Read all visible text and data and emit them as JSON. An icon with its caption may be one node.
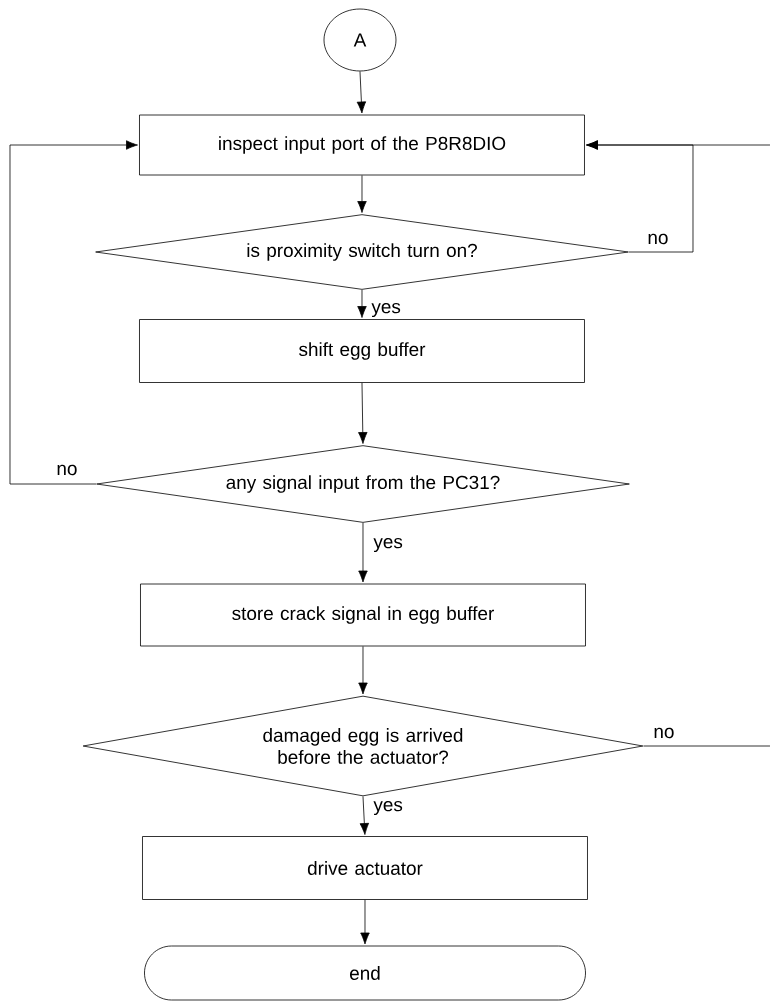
{
  "diagram": {
    "nodes": [
      {
        "text": [
          "A"
        ]
      },
      {
        "text": [
          "inspect input port of the P8R8DIO"
        ]
      },
      {
        "text": [
          "is proximity switch turn on?"
        ]
      },
      {
        "text": [
          "shift egg buffer"
        ]
      },
      {
        "text": [
          "any signal input from the PC31?"
        ]
      },
      {
        "text": [
          "store crack signal in egg buffer"
        ]
      },
      {
        "text": [
          "damaged egg is arrived before the actuator?"
        ]
      },
      {
        "text": [
          "drive actuator"
        ]
      },
      {
        "text": [
          "end"
        ]
      }
    ],
    "edges": [
      {
        "from": 0,
        "to": 1,
        "arrow": "to"
      },
      {
        "from": 1,
        "to": 2,
        "arrow": "to"
      },
      {
        "from": 2,
        "to": 3,
        "arrow": "to",
        "label": "yes"
      },
      {
        "from": 2,
        "to": 1,
        "arrow": "to",
        "label": "no"
      },
      {
        "from": 3,
        "to": 4,
        "arrow": "to"
      },
      {
        "from": 4,
        "to": 1,
        "arrow": "to",
        "label": "no"
      },
      {
        "from": 4,
        "to": 5,
        "arrow": "to",
        "label": "yes"
      },
      {
        "from": 5,
        "to": 6,
        "arrow": "to"
      },
      {
        "from": 6,
        "to": null,
        "arrow": "none",
        "label": "no"
      },
      {
        "from": null,
        "to": 1,
        "arrow": "to"
      },
      {
        "from": 6,
        "to": 7,
        "arrow": "to",
        "label": "yes"
      },
      {
        "from": 7,
        "to": 8,
        "arrow": "to"
      }
    ]
  }
}
